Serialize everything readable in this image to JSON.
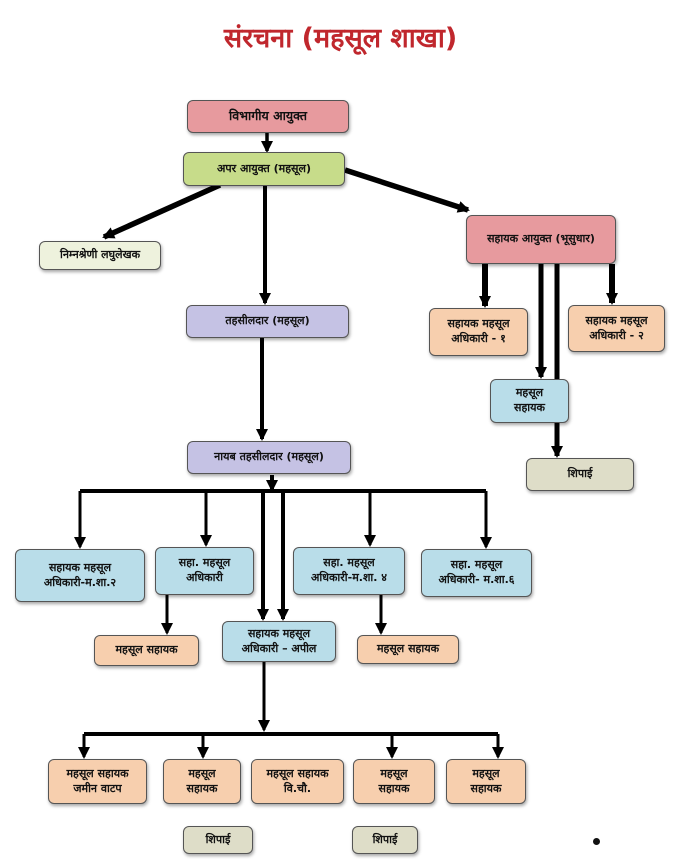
{
  "title": "संरचना (महसूल शाखा)",
  "colors": {
    "pink": "#e79a9e",
    "green": "#c7dc8a",
    "cream": "#eef2dd",
    "lavender": "#c5c2e4",
    "peach": "#f7cfae",
    "blue": "#b9dde9",
    "stone": "#deddc8",
    "line": "#000000"
  },
  "nodes": {
    "divisional_commissioner": "विभागीय आयुक्त",
    "additional_commissioner": "अपर आयुक्त (महसूल)",
    "lower_stenographer": "निम्नश्रेणी लघुलेखक",
    "assistant_commissioner": "सहायक आयुक्त (भूसुधार)",
    "tahsildar": "तहसीलदार (महसूल)",
    "asst_rev_officer_1": "सहायक महसूल\nअधिकारी - १",
    "asst_rev_officer_2": "सहायक महसूल\nअधिकारी - २",
    "revenue_assistant_right": "महसूल\nसहायक",
    "peon_right": "शिपाई",
    "naib_tahsildar": "नायब तहसीलदार (महसूल)",
    "aro_msh2": "सहायक महसूल\nअधिकारी-म.शा.२",
    "asst_aro": "सहा. महसूल\nअधिकारी",
    "aro_msh4": "सहा. महसूल\nअधिकारी-म.शा. ४",
    "aro_msh6": "सहा. महसूल\nअधिकारी- म.शा.६",
    "rev_asst_left": "महसूल सहायक",
    "aro_appeal": "सहायक महसूल\nअधिकारी – अपील",
    "rev_asst_mid": "महसूल सहायक",
    "rev_asst_land": "महसूल सहायक\nजमीन वाटप",
    "rev_asst_b1": "महसूल\nसहायक",
    "rev_asst_vicho": "महसूल सहायक\nवि.चौ.",
    "rev_asst_b2": "महसूल\nसहायक",
    "rev_asst_b3": "महसूल\nसहायक",
    "peon_b1": "शिपाई",
    "peon_b2": "शिपाई"
  }
}
